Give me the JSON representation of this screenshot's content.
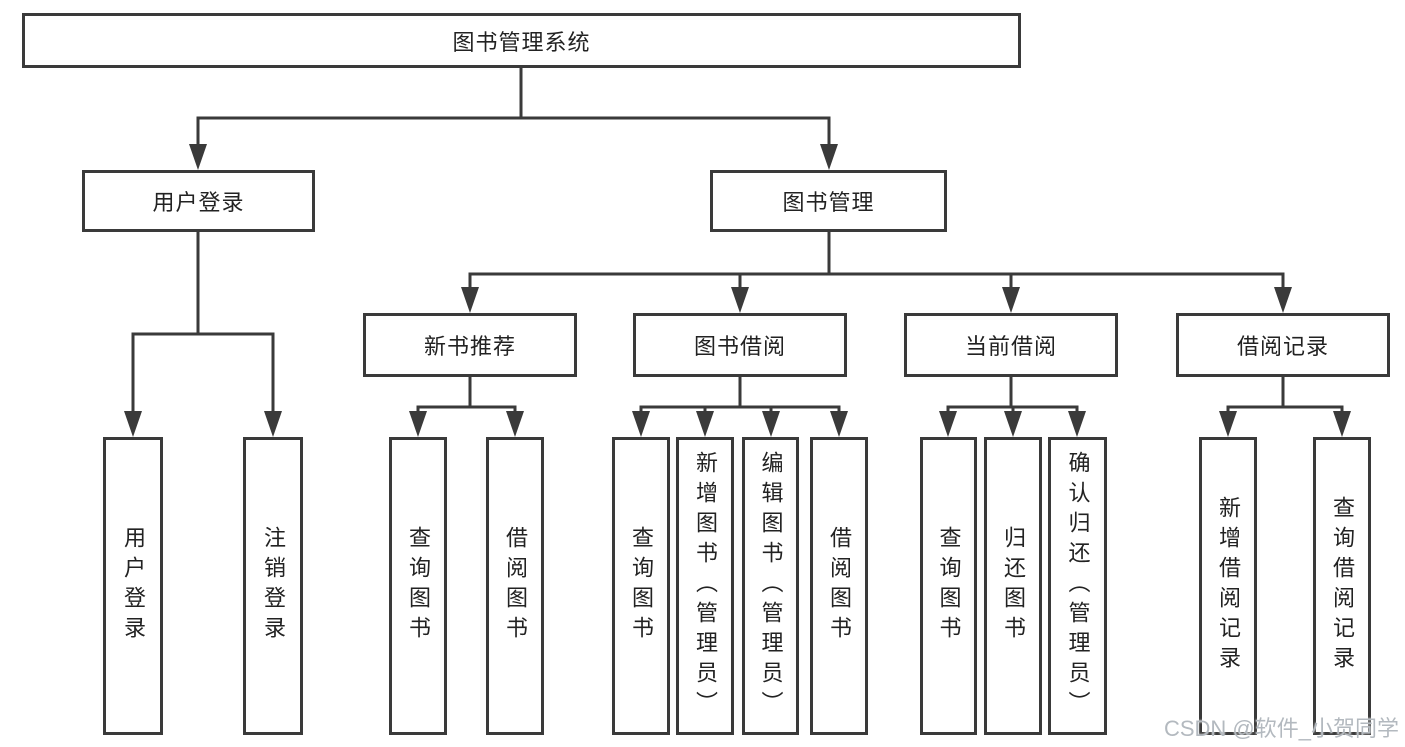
{
  "diagram": {
    "root": {
      "label": "图书管理系统"
    },
    "branches": [
      {
        "label": "用户登录",
        "children": [
          {
            "label": "用户登录"
          },
          {
            "label": "注销登录"
          }
        ]
      },
      {
        "label": "图书管理",
        "groups": [
          {
            "label": "新书推荐",
            "children": [
              {
                "label": "查询图书"
              },
              {
                "label": "借阅图书"
              }
            ]
          },
          {
            "label": "图书借阅",
            "children": [
              {
                "label": "查询图书"
              },
              {
                "label": "新增图书（管理员）"
              },
              {
                "label": "编辑图书（管理员）"
              },
              {
                "label": "借阅图书"
              }
            ]
          },
          {
            "label": "当前借阅",
            "children": [
              {
                "label": "查询图书"
              },
              {
                "label": "归还图书"
              },
              {
                "label": "确认归还（管理员）"
              }
            ]
          },
          {
            "label": "借阅记录",
            "children": [
              {
                "label": "新增借阅记录"
              },
              {
                "label": "查询借阅记录"
              }
            ]
          }
        ]
      }
    ]
  },
  "watermark": "CSDN @软件_小贺同学",
  "colors": {
    "line": "#3a3a3a",
    "box_border": "#3a3a3a",
    "text": "#222222",
    "watermark": "#b3b9bf",
    "background": "#ffffff"
  }
}
